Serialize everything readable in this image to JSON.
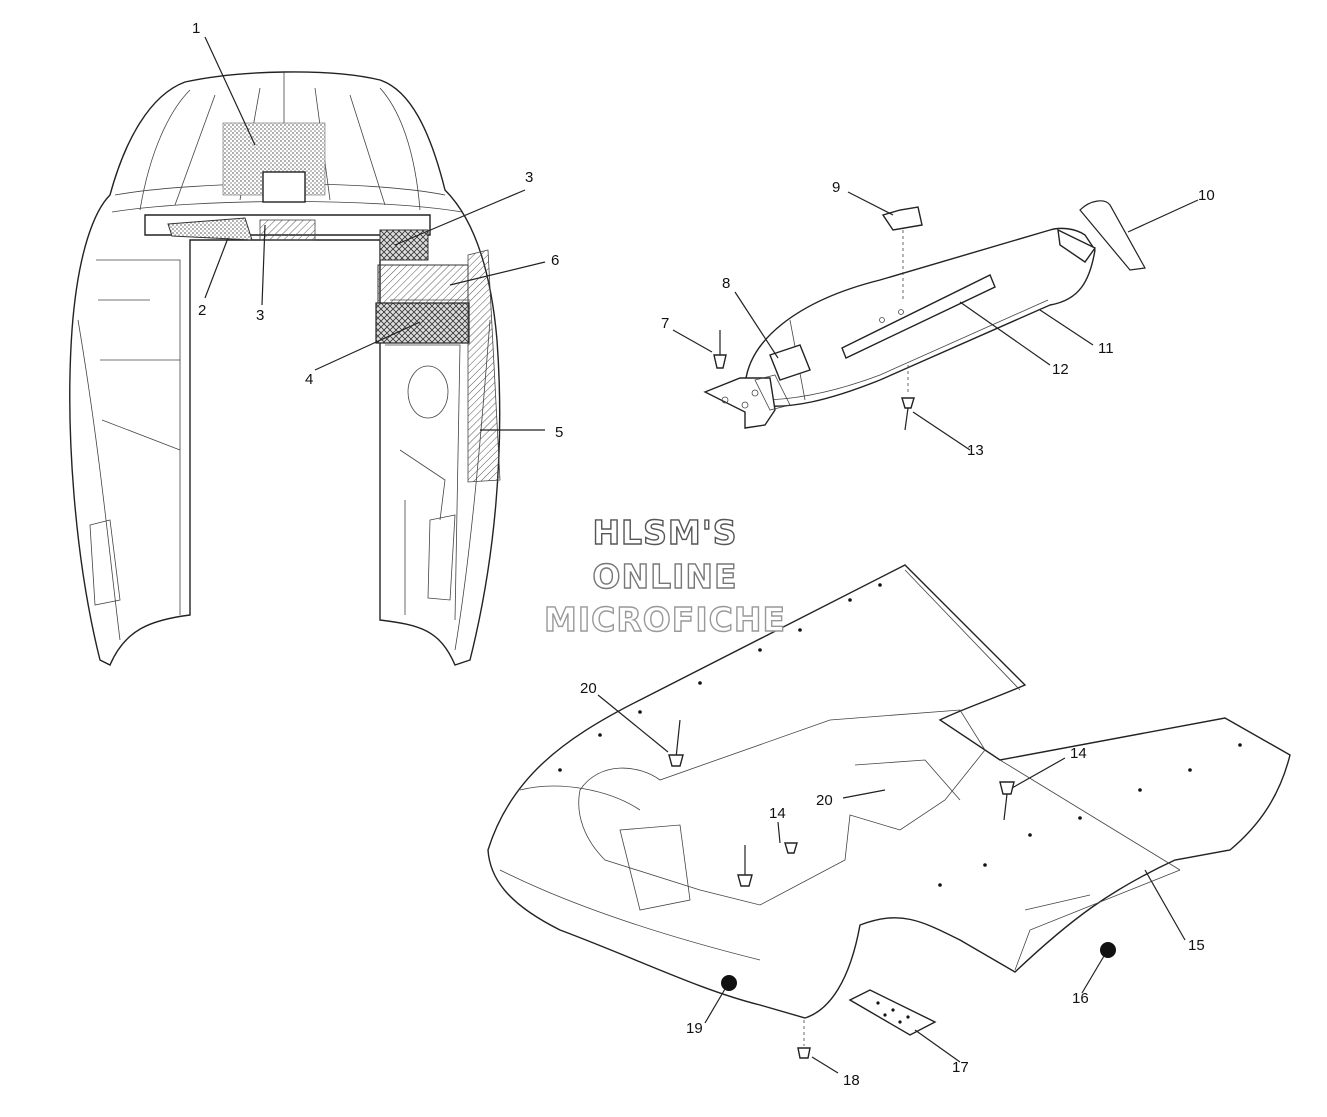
{
  "watermark": {
    "line1": "HLSM'S",
    "line2": "ONLINE",
    "line3": "MICROFICHE"
  },
  "callouts": [
    "1",
    "2",
    "3",
    "3",
    "4",
    "5",
    "6",
    "7",
    "8",
    "9",
    "10",
    "11",
    "12",
    "13",
    "14",
    "14",
    "15",
    "16",
    "17",
    "18",
    "19",
    "20",
    "20"
  ]
}
